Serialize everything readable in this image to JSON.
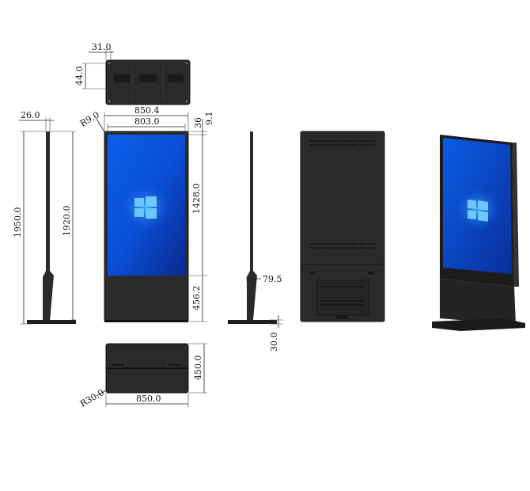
{
  "colors": {
    "body": "#2a2a2a",
    "bezel": "#151515",
    "screen_top": "#0a4fd6",
    "screen_bottom": "#0b2a8f",
    "line": "#222222",
    "background": "#ffffff"
  },
  "top_view": {
    "dim_width": "31.0",
    "dim_depth": "44.0"
  },
  "side_view": {
    "dim_thickness": "26.0",
    "dim_total_height": "1950.0",
    "dim_body_height": "1920.0"
  },
  "front_view": {
    "dim_corner_radius": "R9.0",
    "dim_outer_width": "850.4",
    "dim_screen_width": "803.0",
    "dim_top_gap": "36",
    "dim_small_a": "9.1",
    "dim_screen_height": "1428.0",
    "dim_lower_height": "456.2"
  },
  "right_side_view": {
    "dim_base_offset": "79.5",
    "dim_base_height": "30.0"
  },
  "base_view": {
    "dim_base_radius": "R30.0",
    "dim_base_width": "850.0",
    "dim_base_depth": "450.0"
  },
  "back_view": {},
  "iso_view": {}
}
